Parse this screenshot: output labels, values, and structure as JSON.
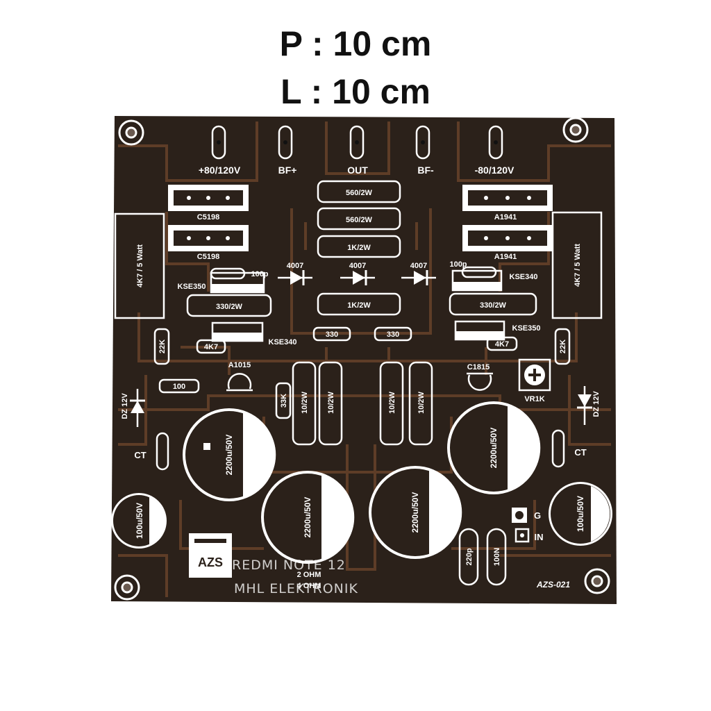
{
  "dimensions": {
    "length": "P : 10 cm",
    "width": "L : 10 cm"
  },
  "terminals": [
    "+80/120V",
    "BF+",
    "OUT",
    "BF-",
    "-80/120V"
  ],
  "transistors": {
    "c5198_a": "C5198",
    "c5198_b": "C5198",
    "a1941_a": "A1941",
    "a1941_b": "A1941",
    "kse350_l": "KSE350",
    "kse340_l": "KSE340",
    "kse340_r": "KSE340",
    "kse350_r": "KSE350",
    "a1015": "A1015",
    "c1815": "C1815"
  },
  "resistors": {
    "r560_a": "560/2W",
    "r560_b": "560/2W",
    "r1k_a": "1K/2W",
    "r1k_b": "1K/2W",
    "r330w_l": "330/2W",
    "r330w_r": "330/2W",
    "r330_a": "330",
    "r330_b": "330",
    "r4k7_l": "4K7",
    "r4k7_r": "4K7",
    "r22k_l": "22K",
    "r22k_r": "22K",
    "r100": "100",
    "r33k": "33K",
    "r10_a": "10/2W",
    "r10_b": "10/2W",
    "r10_c": "10/2W",
    "r10_d": "10/2W",
    "rbig_l": "4K7 / 5 Watt",
    "rbig_r": "4K7 / 5 Watt"
  },
  "diodes": [
    "4007",
    "4007",
    "4007"
  ],
  "capacitors": {
    "c100p_l": "100p",
    "c100p_r": "100p",
    "c2200_a": "2200u/50V",
    "c2200_b": "2200u/50V",
    "c2200_c": "2200u/50V",
    "c2200_d": "2200u/50V",
    "c100u_l": "100u/50V",
    "c100u_r": "100u/50V",
    "c220p": "220p",
    "c100n": "100N"
  },
  "zeners": {
    "left": "DZ 12V",
    "right": "DZ 12V"
  },
  "ct": {
    "left": "CT",
    "right": "CT"
  },
  "trimmer": "VR1K",
  "inputs": {
    "ground": "G",
    "input": "IN"
  },
  "logo": "AZS",
  "impedance": {
    "a": "2 OHM",
    "b": "4 OHM"
  },
  "model": "AZS-021",
  "watermark": {
    "line1": "REDMI NOTE 12",
    "line2": "MHL ELEKTRONIK"
  },
  "colors": {
    "board": "#2c221b",
    "trace": "#5a3b26",
    "silk": "#ffffff"
  }
}
